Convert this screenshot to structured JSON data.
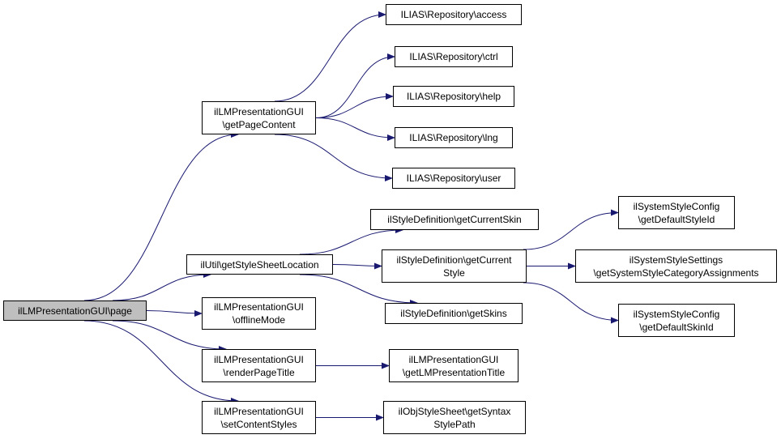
{
  "graph": {
    "nodes": {
      "page": {
        "lines": [
          "ilLMPresentationGUI\\page"
        ],
        "root": true
      },
      "getPageContent": {
        "lines": [
          "ilLMPresentationGUI",
          "\\getPageContent"
        ]
      },
      "access": {
        "lines": [
          "ILIAS\\Repository\\access"
        ]
      },
      "ctrl": {
        "lines": [
          "ILIAS\\Repository\\ctrl"
        ]
      },
      "help": {
        "lines": [
          "ILIAS\\Repository\\help"
        ]
      },
      "lng": {
        "lines": [
          "ILIAS\\Repository\\lng"
        ]
      },
      "user": {
        "lines": [
          "ILIAS\\Repository\\user"
        ]
      },
      "getStyleSheetLocation": {
        "lines": [
          "ilUtil\\getStyleSheetLocation"
        ]
      },
      "getCurrentSkin": {
        "lines": [
          "ilStyleDefinition\\getCurrentSkin"
        ]
      },
      "getCurrentStyle": {
        "lines": [
          "ilStyleDefinition\\getCurrent",
          "Style"
        ]
      },
      "getSkins": {
        "lines": [
          "ilStyleDefinition\\getSkins"
        ]
      },
      "getDefaultStyleId": {
        "lines": [
          "ilSystemStyleConfig",
          "\\getDefaultStyleId"
        ]
      },
      "getSystemStyleCategoryAssignments": {
        "lines": [
          "ilSystemStyleSettings",
          "\\getSystemStyleCategoryAssignments"
        ]
      },
      "getDefaultSkinId": {
        "lines": [
          "ilSystemStyleConfig",
          "\\getDefaultSkinId"
        ]
      },
      "offlineMode": {
        "lines": [
          "ilLMPresentationGUI",
          "\\offlineMode"
        ]
      },
      "renderPageTitle": {
        "lines": [
          "ilLMPresentationGUI",
          "\\renderPageTitle"
        ]
      },
      "getLMPresentationTitle": {
        "lines": [
          "ilLMPresentationGUI",
          "\\getLMPresentationTitle"
        ]
      },
      "setContentStyles": {
        "lines": [
          "ilLMPresentationGUI",
          "\\setContentStyles"
        ]
      },
      "getSyntaxStylePath": {
        "lines": [
          "ilObjStyleSheet\\getSyntax",
          "StylePath"
        ]
      }
    },
    "edges": [
      [
        "page",
        "getPageContent"
      ],
      [
        "page",
        "getStyleSheetLocation"
      ],
      [
        "page",
        "offlineMode"
      ],
      [
        "page",
        "renderPageTitle"
      ],
      [
        "page",
        "setContentStyles"
      ],
      [
        "getPageContent",
        "access"
      ],
      [
        "getPageContent",
        "ctrl"
      ],
      [
        "getPageContent",
        "help"
      ],
      [
        "getPageContent",
        "lng"
      ],
      [
        "getPageContent",
        "user"
      ],
      [
        "getStyleSheetLocation",
        "getCurrentSkin"
      ],
      [
        "getStyleSheetLocation",
        "getCurrentStyle"
      ],
      [
        "getStyleSheetLocation",
        "getSkins"
      ],
      [
        "getCurrentStyle",
        "getDefaultStyleId"
      ],
      [
        "getCurrentStyle",
        "getSystemStyleCategoryAssignments"
      ],
      [
        "getCurrentStyle",
        "getDefaultSkinId"
      ],
      [
        "renderPageTitle",
        "getLMPresentationTitle"
      ],
      [
        "setContentStyles",
        "getSyntaxStylePath"
      ]
    ],
    "colors": {
      "edge": "#191970",
      "node_border": "#000000",
      "root_fill": "#bfbfbf",
      "node_fill": "#ffffff"
    }
  }
}
